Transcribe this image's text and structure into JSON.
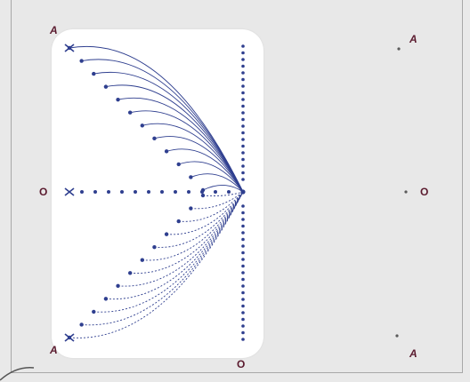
{
  "labels": {
    "left_top": "A",
    "left_middle": "O",
    "left_bottom": "A",
    "bottom_center": "O",
    "right_top": "A",
    "right_middle": "O",
    "right_bottom": "A"
  },
  "diagram": {
    "curve_count": 11,
    "line_color": "#2f3f8f",
    "upper_style": "solid",
    "lower_style": "dashed"
  }
}
